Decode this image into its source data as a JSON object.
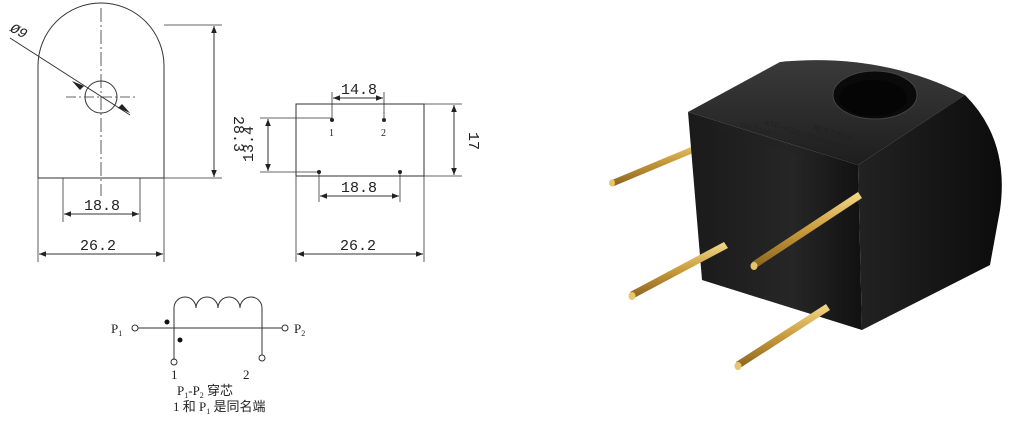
{
  "front_view": {
    "diameter": "Ø9",
    "height": "28.3",
    "inner_width": "18.8",
    "outer_width": "26.2"
  },
  "top_view": {
    "pin_spacing_top": "14.8",
    "pin_spacing_bottom": "18.8",
    "pin_vertical": "13.4",
    "body_depth": "17",
    "outer_width": "26.2",
    "pin1": "1",
    "pin2": "2"
  },
  "schematic": {
    "p1": "P",
    "p1_sub": "1",
    "p2": "P",
    "p2_sub": "2",
    "pin1": "1",
    "pin2": "2",
    "note1_a": "P",
    "note1_a_sub": "1",
    "note1_b": "-P",
    "note1_b_sub": "2",
    "note1_c": " 穿芯",
    "note2_a": "1 和 P",
    "note2_a_sub": "1",
    "note2_b": " 是同名端"
  },
  "product": {
    "label_lines": [
      "电流互感器",
      "KTC-ACDL-50A50mA-A10S",
      "XDYT105",
      "No.21110S012",
      "成都航天民特科技有限公司"
    ]
  }
}
